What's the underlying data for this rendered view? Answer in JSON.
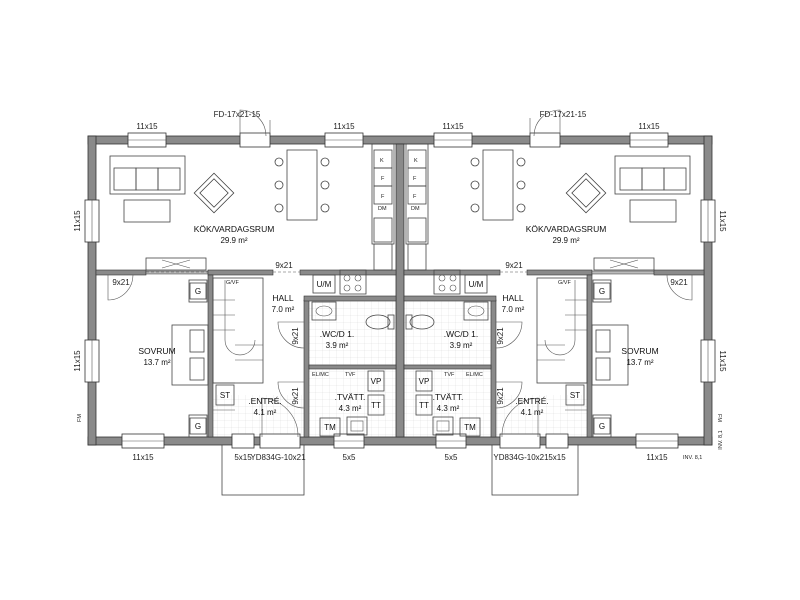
{
  "labels": {
    "window_11x15": "11x15",
    "window_5x5": "5x5",
    "window_5x15": "5x15",
    "door_fd": "FD-17x21-15",
    "door_9x21": "9x21",
    "door_yd_left": "YD834G-10x21",
    "door_yd_right": "YD834G-10x21",
    "fm": "FM",
    "inv": "INV. 8,1"
  },
  "rooms": {
    "living": {
      "name": "KÖK/VARDAGSRUM",
      "area": "29.9 m²"
    },
    "hall": {
      "name": "HALL",
      "area": "7.0 m²"
    },
    "bedroom": {
      "name": "SOVRUM",
      "area": "13.7 m²"
    },
    "wc": {
      "name": ".WC/D 1.",
      "area": "3.9 m²"
    },
    "laundry": {
      "name": ".TVÄTT.",
      "area": "4.3 m²"
    },
    "entry": {
      "name": ".ENTRÉ.",
      "area": "4.1 m²"
    }
  },
  "fixtures": {
    "um": "U/M",
    "g": "G",
    "gvf": "G/VF",
    "st": "ST",
    "vp": "VP",
    "tt": "TT",
    "tm": "TM",
    "elmc": "EL/MC",
    "tvf": "TVF",
    "k": "K",
    "f": "F",
    "dm": "DM"
  }
}
